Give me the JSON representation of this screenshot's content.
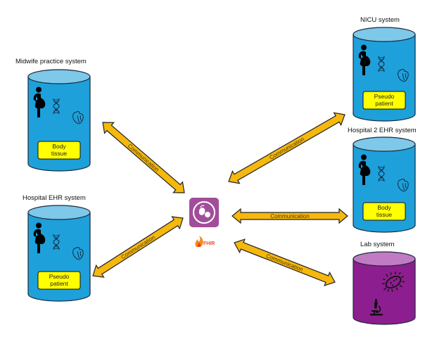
{
  "colors": {
    "system_body": "#1ea0db",
    "system_top": "#7ec8ea",
    "lab_body": "#8d1e8f",
    "lab_top": "#c07bc3",
    "arrow_fill": "#f5b80d",
    "box_fill": "#ffff00",
    "app_icon": "#a24d99"
  },
  "center": {
    "app_icon": "pregnancy-app-icon",
    "fhir_label": "FHIR"
  },
  "systems": [
    {
      "id": "midwife",
      "label": "Midwife practice system",
      "box": [
        "Body",
        "tissue"
      ],
      "kind": "patient"
    },
    {
      "id": "hospital",
      "label": "Hospital  EHR system",
      "box": [
        "Pseudo",
        "patient"
      ],
      "kind": "patient"
    },
    {
      "id": "nicu",
      "label": "NICU system",
      "box": [
        "Pseudo",
        "patient"
      ],
      "kind": "patient"
    },
    {
      "id": "hospital2",
      "label": "Hospital  2 EHR system",
      "box": [
        "Body",
        "tissue"
      ],
      "kind": "patient"
    },
    {
      "id": "lab",
      "label": "Lab system",
      "box": null,
      "kind": "lab"
    }
  ],
  "arrows": [
    {
      "from": "midwife",
      "to": "center",
      "label": "Communication"
    },
    {
      "from": "hospital",
      "to": "center",
      "label": "Communication"
    },
    {
      "from": "nicu",
      "to": "center",
      "label": "Communication"
    },
    {
      "from": "hospital2",
      "to": "center",
      "label": "Communication"
    },
    {
      "from": "lab",
      "to": "center",
      "label": "Communication"
    }
  ]
}
